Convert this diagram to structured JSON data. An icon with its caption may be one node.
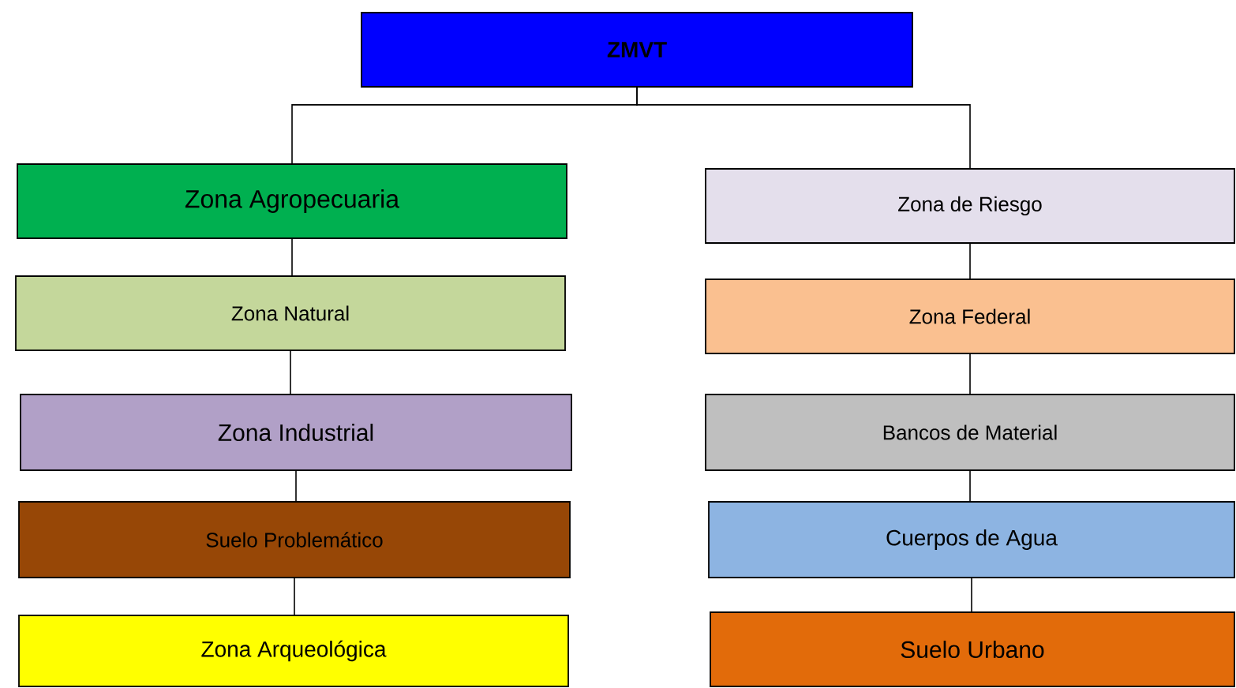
{
  "diagram": {
    "nodes": [
      {
        "text": [
          "ZMVT"
        ]
      },
      {
        "text": [
          "Zona Agropecuaria"
        ]
      },
      {
        "text": [
          "Zona de Riesgo"
        ]
      },
      {
        "text": [
          "Zona Natural"
        ]
      },
      {
        "text": [
          "Zona Federal"
        ]
      },
      {
        "text": [
          "Zona Industrial"
        ]
      },
      {
        "text": [
          "Bancos de Material"
        ]
      },
      {
        "text": [
          "Suelo Problemático"
        ]
      },
      {
        "text": [
          "Cuerpos de Agua"
        ]
      },
      {
        "text": [
          "Zona Arqueológica"
        ]
      },
      {
        "text": [
          "Suelo Urbano"
        ]
      }
    ],
    "edges": [
      {
        "from": 0,
        "to": 1,
        "arrow": "none"
      },
      {
        "from": 0,
        "to": 2,
        "arrow": "none"
      },
      {
        "from": 1,
        "to": 3,
        "arrow": "none"
      },
      {
        "from": 3,
        "to": 5,
        "arrow": "none"
      },
      {
        "from": 5,
        "to": 7,
        "arrow": "none"
      },
      {
        "from": 7,
        "to": 9,
        "arrow": "none"
      },
      {
        "from": 2,
        "to": 4,
        "arrow": "none"
      },
      {
        "from": 4,
        "to": 6,
        "arrow": "none"
      },
      {
        "from": 6,
        "to": 8,
        "arrow": "none"
      },
      {
        "from": 8,
        "to": 10,
        "arrow": "none"
      }
    ]
  }
}
